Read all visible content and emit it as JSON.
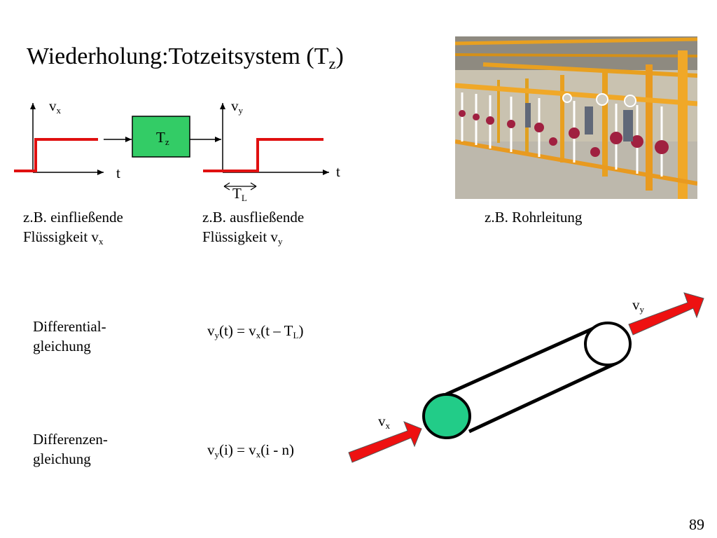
{
  "slide": {
    "title": {
      "main": "Wiederholung:Totzeitsystem (T",
      "sub": "z",
      "close": ")"
    },
    "page_number": "89"
  },
  "signal_diagram": {
    "input_axis": {
      "ylabel_main": "v",
      "ylabel_sub": "x",
      "xlabel": "t"
    },
    "block": {
      "label_main": "T",
      "label_sub": "z",
      "fill": "#33cc66"
    },
    "output_axis": {
      "ylabel_main": "v",
      "ylabel_sub": "y",
      "xlabel": "t"
    },
    "delay": {
      "label_main": "T",
      "label_sub": "L"
    },
    "signal_color": "#e01010"
  },
  "captions": {
    "input": {
      "line1": "z.B. einfließende",
      "line2_main": "Flüssigkeit v",
      "line2_sub": "x"
    },
    "output": {
      "line1": "z.B. ausfließende",
      "line2_main": "Flüssigkeit v",
      "line2_sub": "y"
    },
    "photo": "z.B. Rohrleitung"
  },
  "equations": {
    "differential": {
      "label_line1": "Differential-",
      "label_line2": "gleichung",
      "p1": "v",
      "p1_sub": "y",
      "p2": "(t) = v",
      "p2_sub": "x",
      "p3": "(t – T",
      "p3_sub": "L",
      "p4": ")"
    },
    "difference": {
      "label_line1": "Differenzen-",
      "label_line2": "gleichung",
      "p1": "v",
      "p1_sub": "y",
      "p2": "(i) = v",
      "p2_sub": "x",
      "p3": "(i - n)"
    }
  },
  "pipe": {
    "inlet_label_main": "v",
    "inlet_label_sub": "x",
    "outlet_label_main": "v",
    "outlet_label_sub": "y",
    "inlet_fill": "#22cc88",
    "arrow_color": "#ee1111"
  }
}
